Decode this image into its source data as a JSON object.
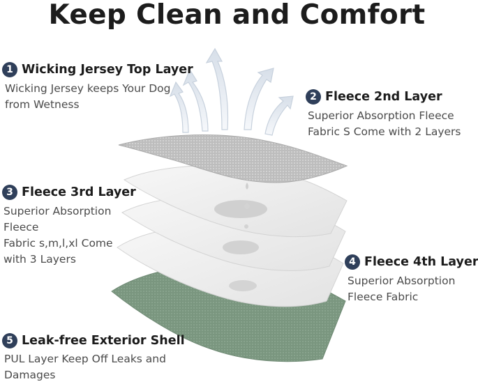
{
  "title": "Keep Clean and Comfort",
  "features": [
    {
      "number": "1",
      "heading": "Wicking Jersey Top Layer",
      "lines": [
        "Wicking Jersey keeps Your Dog",
        "from Wetness"
      ]
    },
    {
      "number": "2",
      "heading": "Fleece 2nd Layer",
      "lines": [
        "Superior Absorption Fleece",
        "Fabric S Come with 2 Layers"
      ]
    },
    {
      "number": "3",
      "heading": "Fleece 3rd Layer",
      "lines": [
        "Superior Absorption",
        "Fleece",
        "Fabric s,m,l,xl Come",
        "with 3 Layers"
      ]
    },
    {
      "number": "4",
      "heading": "Fleece 4th Layer",
      "lines": [
        "Superior Absorption",
        "Fleece Fabric"
      ]
    },
    {
      "number": "5",
      "heading": "Leak-free Exterior Shell",
      "lines": [
        "PUL Layer Keep Off Leaks and",
        "Damages"
      ]
    }
  ],
  "colors": {
    "badge": "#2f3f5a",
    "shell": "#7f9a84",
    "fleece": "#efefef",
    "jersey": "#c9c9c9",
    "arrow": "#dfe6ee"
  }
}
